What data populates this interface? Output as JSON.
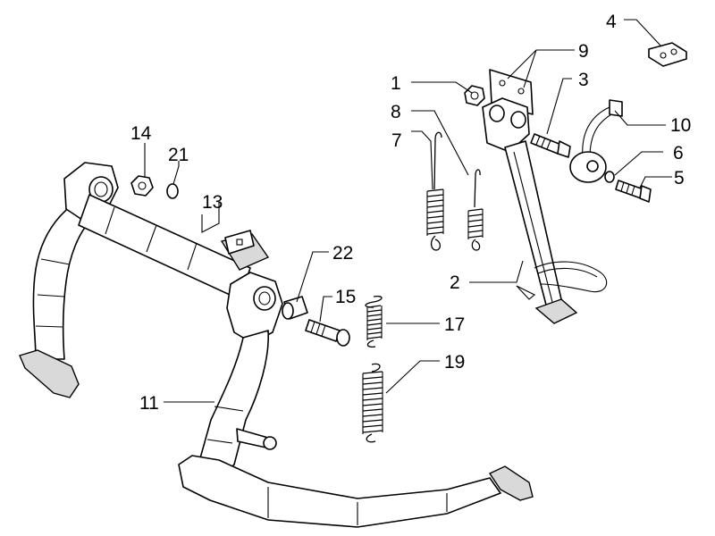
{
  "callouts": {
    "c1": "1",
    "c2": "2",
    "c3": "3",
    "c4": "4",
    "c5": "5",
    "c6": "6",
    "c7": "7",
    "c8": "8",
    "c9": "9",
    "c10": "10",
    "c11": "11",
    "c13": "13",
    "c14": "14",
    "c15": "15",
    "c17": "17",
    "c19": "19",
    "c21": "21",
    "c22": "22"
  }
}
